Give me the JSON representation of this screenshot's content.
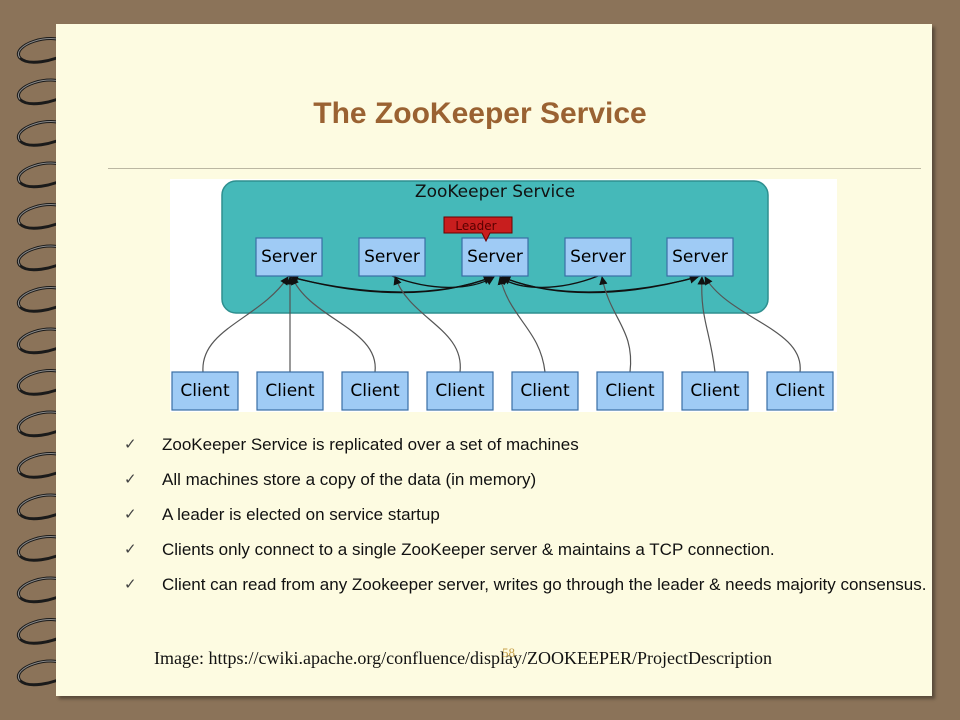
{
  "slide": {
    "title": "The ZooKeeper Service",
    "page_number": "58",
    "caption": "Image: https://cwiki.apache.org/confluence/display/ZOOKEEPER/ProjectDescription"
  },
  "diagram": {
    "service_label": "ZooKeeper Service",
    "leader_label": "Leader",
    "servers": [
      "Server",
      "Server",
      "Server",
      "Server",
      "Server"
    ],
    "clients": [
      "Client",
      "Client",
      "Client",
      "Client",
      "Client",
      "Client",
      "Client",
      "Client"
    ],
    "colors": {
      "service_fill": "#45b9b9",
      "node_fill": "#9fcbf5",
      "leader_fill": "#c81e1e"
    }
  },
  "bullets": [
    "ZooKeeper Service is replicated over a set of machines",
    "All machines store a copy of the data (in memory)",
    "A leader is elected on service startup",
    "Clients only connect to a single ZooKeeper server & maintains a TCP connection.",
    "Client can read from any Zookeeper server, writes go through the leader & needs majority consensus."
  ],
  "icons": {
    "bullet": "checkmark-icon",
    "binding": "spiral-binding-icon"
  }
}
